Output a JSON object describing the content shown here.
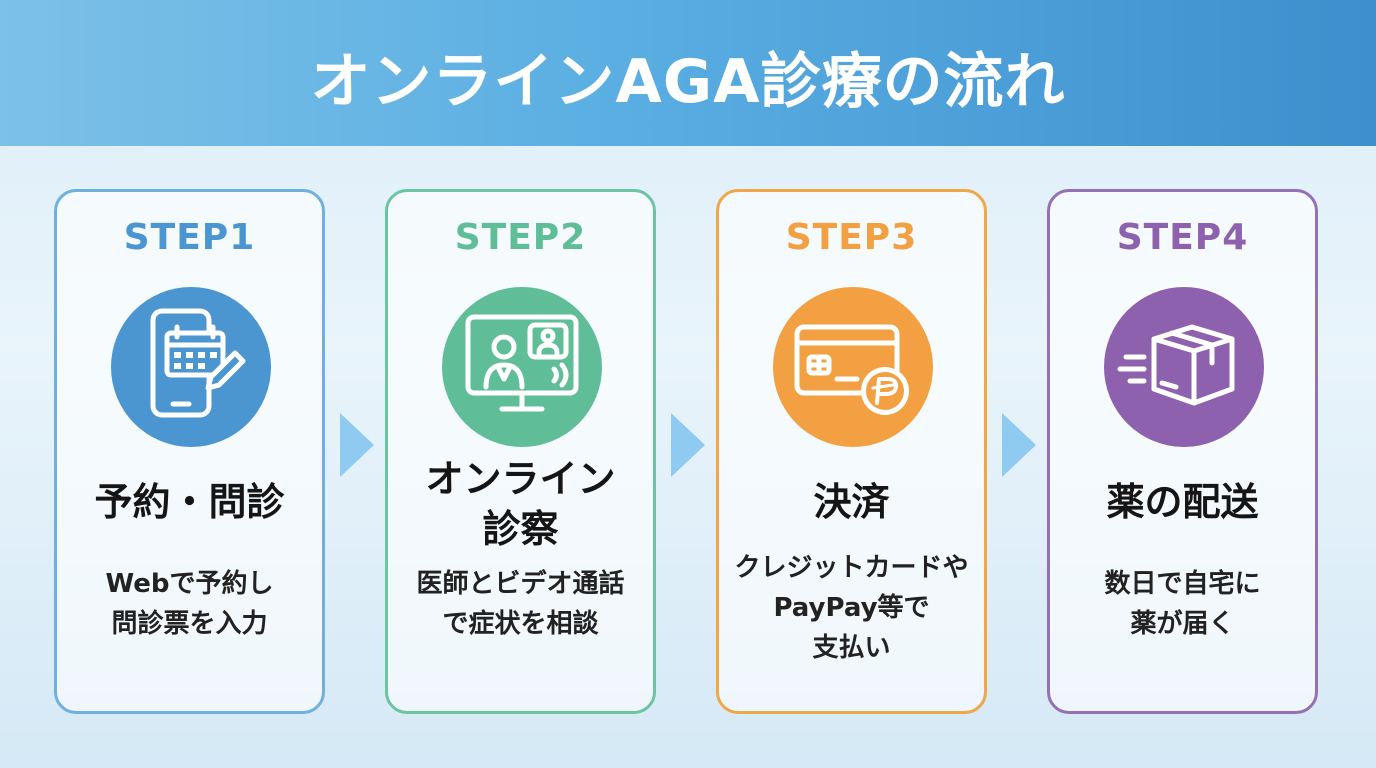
{
  "title": "オンラインAGA診療の流れ",
  "colors": {
    "step1": "#4b95d1",
    "step2": "#5fbd98",
    "step3": "#f2a041",
    "step4": "#8d61ad",
    "arrow": "#8fcaf0"
  },
  "steps": [
    {
      "label": "STEP1",
      "icon": "phone-calendar-icon",
      "title_lines": [
        "予約・問診"
      ],
      "desc_lines": [
        "Webで予約し",
        "問診票を入力"
      ]
    },
    {
      "label": "STEP2",
      "icon": "video-consultation-icon",
      "title_lines": [
        "オンライン",
        "診察"
      ],
      "desc_lines": [
        "医師とビデオ通話",
        "で症状を相談"
      ]
    },
    {
      "label": "STEP3",
      "icon": "credit-card-icon",
      "title_lines": [
        "決済"
      ],
      "desc_lines": [
        "クレジットカードや",
        "PayPay等で",
        "支払い"
      ]
    },
    {
      "label": "STEP4",
      "icon": "delivery-box-icon",
      "title_lines": [
        "薬の配送"
      ],
      "desc_lines": [
        "数日で自宅に",
        "薬が届く"
      ]
    }
  ]
}
